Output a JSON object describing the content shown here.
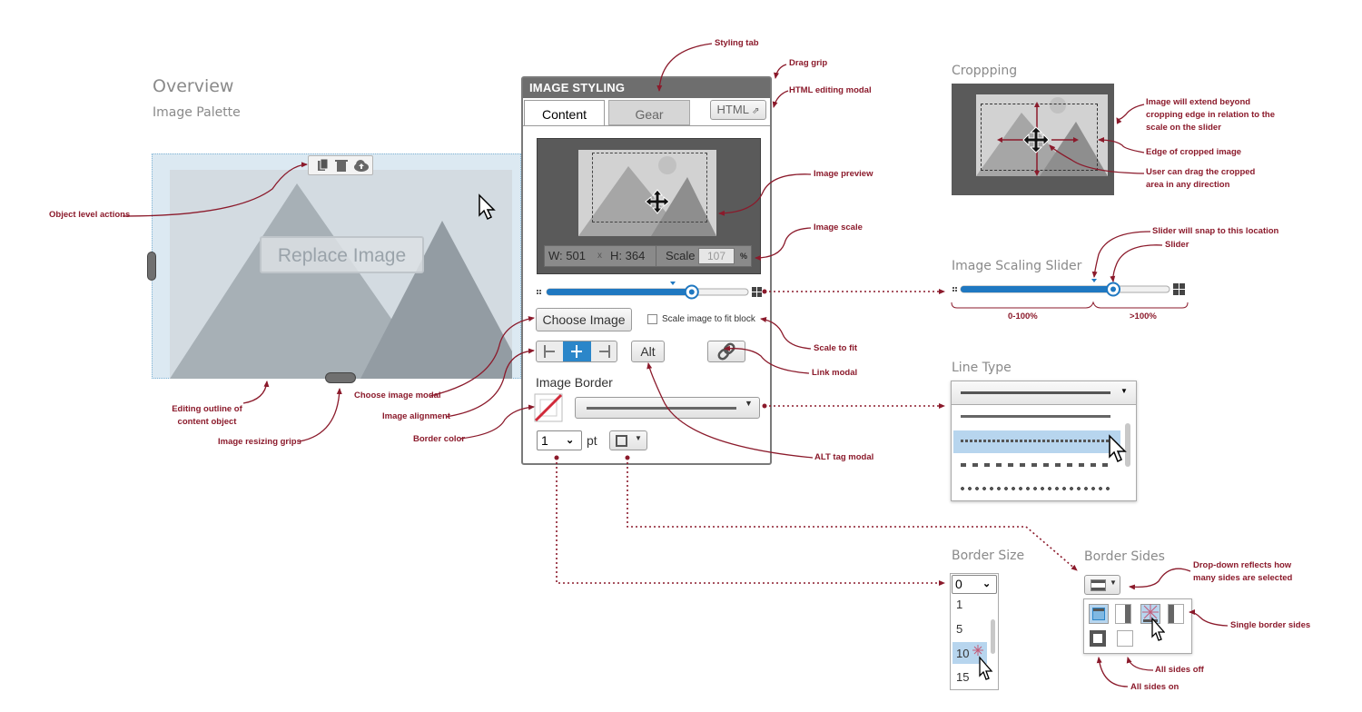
{
  "overview": {
    "title": "Overview",
    "subtitle": "Image Palette",
    "replace_label": "Replace Image"
  },
  "panel": {
    "header": "IMAGE STYLING",
    "tabs": [
      {
        "label": "Content"
      },
      {
        "label": "Gear"
      }
    ],
    "html_button": "HTML",
    "width_label": "W: 501",
    "times": "x",
    "height_label": "H: 364",
    "scale_label": "Scale",
    "scale_value": "107",
    "percent": "%",
    "choose_image": "Choose Image",
    "scale_fit_label": "Scale image to fit block",
    "alt_button": "Alt",
    "border_heading": "Image Border",
    "border_size_value": "1",
    "pt_label": "pt",
    "slider_fraction": 0.72
  },
  "annotations": {
    "styling_tab": "Styling tab",
    "drag_grip": "Drag grip",
    "html_modal": "HTML editing modal",
    "image_preview": "Image preview",
    "image_scale": "Image scale",
    "scale_to_fit": "Scale to fit",
    "link_modal": "Link modal",
    "alt_modal": "ALT tag modal",
    "object_actions": "Object level actions",
    "editing_outline_1": "Editing outline of",
    "editing_outline_2": "content object",
    "resize_grips": "Image resizing grips",
    "choose_modal": "Choose image modal",
    "image_alignment": "Image alignment",
    "border_color": "Border color",
    "extend_1": "Image will extend beyond",
    "extend_2": "cropping edge in relation to the",
    "extend_3": "scale on the slider",
    "edge_cropped": "Edge of cropped image",
    "drag_crop_1": "User can drag the cropped",
    "drag_crop_2": "area in any direction",
    "snap": "Slider will snap to this location",
    "slider": "Slider",
    "range_low": "0-100%",
    "range_high": ">100%",
    "dropdown_reflects_1": "Drop-down reflects how",
    "dropdown_reflects_2": "many sides are selected",
    "single_sides": "Single border sides",
    "all_off": "All sides off",
    "all_on": "All sides on"
  },
  "cropping": {
    "title": "Croppping"
  },
  "scaling": {
    "title": "Image Scaling Slider"
  },
  "line_type": {
    "title": "Line Type"
  },
  "border_size": {
    "title": "Border Size",
    "selected": "0",
    "options": [
      "1",
      "5",
      "10",
      "15"
    ]
  },
  "border_sides": {
    "title": "Border Sides"
  },
  "colors": {
    "accent": "#8b1a2b",
    "slider_blue": "#1f78c1",
    "highlight": "#b7d5ee"
  },
  "icons": [
    "copy-icon",
    "trash-icon",
    "cloud-upload-icon",
    "cursor-icon",
    "move-icon",
    "link-icon",
    "dropdown-arrow-icon"
  ]
}
